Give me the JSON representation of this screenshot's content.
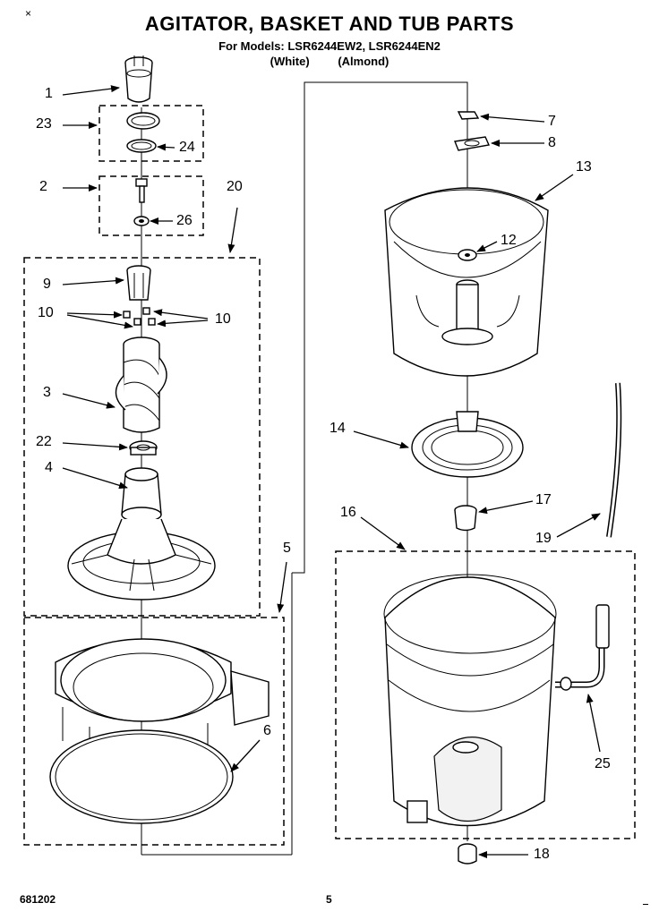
{
  "header": {
    "title": "AGITATOR, BASKET AND TUB PARTS",
    "models_line": "For Models: LSR6244EW2, LSR6244EN2",
    "variant_white": "(White)",
    "variant_almond": "(Almond)",
    "corner_mark": "×"
  },
  "callouts": [
    {
      "key": "c1",
      "label": "1"
    },
    {
      "key": "c23",
      "label": "23"
    },
    {
      "key": "c24",
      "label": "24"
    },
    {
      "key": "c2",
      "label": "2"
    },
    {
      "key": "c26",
      "label": "26"
    },
    {
      "key": "c20",
      "label": "20"
    },
    {
      "key": "c9",
      "label": "9"
    },
    {
      "key": "c10a",
      "label": "10"
    },
    {
      "key": "c10b",
      "label": "10"
    },
    {
      "key": "c3",
      "label": "3"
    },
    {
      "key": "c22",
      "label": "22"
    },
    {
      "key": "c4",
      "label": "4"
    },
    {
      "key": "c5",
      "label": "5"
    },
    {
      "key": "c6",
      "label": "6"
    },
    {
      "key": "c7",
      "label": "7"
    },
    {
      "key": "c8",
      "label": "8"
    },
    {
      "key": "c13",
      "label": "13"
    },
    {
      "key": "c12",
      "label": "12"
    },
    {
      "key": "c14",
      "label": "14"
    },
    {
      "key": "c17",
      "label": "17"
    },
    {
      "key": "c16",
      "label": "16"
    },
    {
      "key": "c19",
      "label": "19"
    },
    {
      "key": "c25",
      "label": "25"
    },
    {
      "key": "c18",
      "label": "18"
    }
  ],
  "footer": {
    "doc_id": "681202",
    "page_number": "5"
  }
}
